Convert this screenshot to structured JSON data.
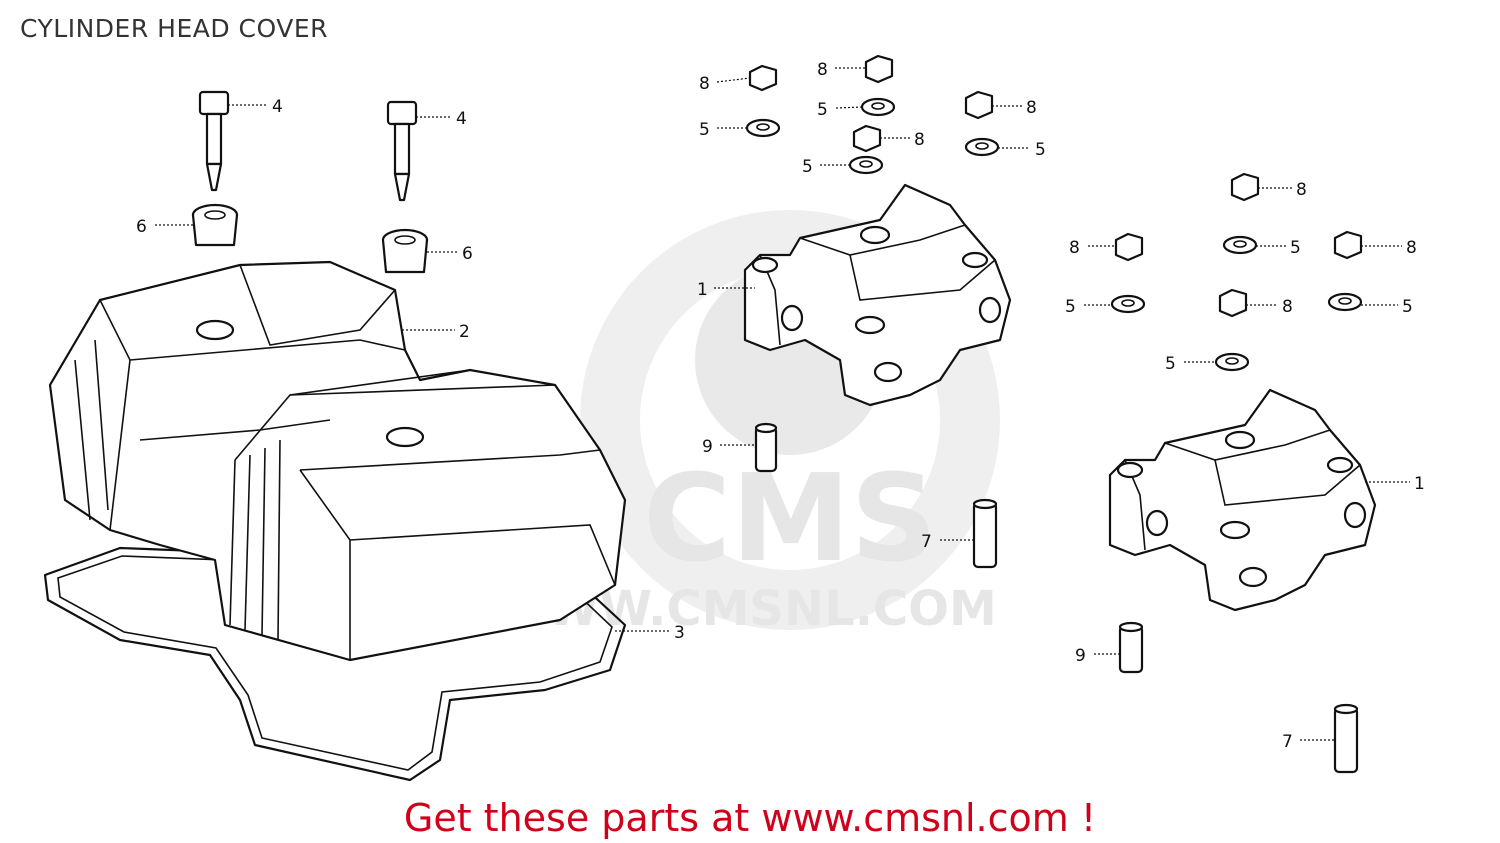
{
  "title": "CYLINDER HEAD COVER",
  "promo": "Get these parts at www.cmsnl.com !",
  "watermark": {
    "brand": "CMS",
    "url": "WWW.CMSNL.COM",
    "color": "#e6e6e6"
  },
  "colors": {
    "promo": "#d0021b",
    "line": "#111111"
  },
  "callouts": [
    {
      "id": "c-4a",
      "label": "4"
    },
    {
      "id": "c-4b",
      "label": "4"
    },
    {
      "id": "c-6a",
      "label": "6"
    },
    {
      "id": "c-6b",
      "label": "6"
    },
    {
      "id": "c-2",
      "label": "2"
    },
    {
      "id": "c-3",
      "label": "3"
    },
    {
      "id": "c-8a",
      "label": "8"
    },
    {
      "id": "c-8b",
      "label": "8"
    },
    {
      "id": "c-5a",
      "label": "5"
    },
    {
      "id": "c-5b",
      "label": "5"
    },
    {
      "id": "c-8c",
      "label": "8"
    },
    {
      "id": "c-8d",
      "label": "8"
    },
    {
      "id": "c-5c",
      "label": "5"
    },
    {
      "id": "c-5d",
      "label": "5"
    },
    {
      "id": "c-1a",
      "label": "1"
    },
    {
      "id": "c-9a",
      "label": "9"
    },
    {
      "id": "c-7a",
      "label": "7"
    },
    {
      "id": "c-8e",
      "label": "8"
    },
    {
      "id": "c-8f",
      "label": "8"
    },
    {
      "id": "c-5e",
      "label": "5"
    },
    {
      "id": "c-8g",
      "label": "8"
    },
    {
      "id": "c-5f",
      "label": "5"
    },
    {
      "id": "c-8h",
      "label": "8"
    },
    {
      "id": "c-5g",
      "label": "5"
    },
    {
      "id": "c-5h",
      "label": "5"
    },
    {
      "id": "c-1b",
      "label": "1"
    },
    {
      "id": "c-9b",
      "label": "9"
    },
    {
      "id": "c-7b",
      "label": "7"
    }
  ]
}
